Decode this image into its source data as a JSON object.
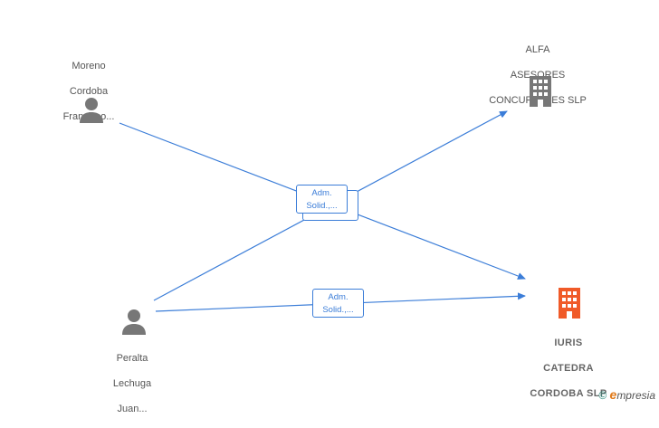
{
  "nodes": {
    "moreno": {
      "name_lines": [
        "Moreno",
        "Cordoba",
        "Francisco..."
      ],
      "icon": "person-icon"
    },
    "peralta": {
      "name_lines": [
        "Peralta",
        "Lechuga",
        "Juan..."
      ],
      "icon": "person-icon"
    },
    "alfa": {
      "name_lines": [
        "ALFA",
        "ASESORES",
        "CONCURSALES SLP"
      ],
      "icon": "building-icon"
    },
    "iuris": {
      "name_lines": [
        "IURIS",
        "CATEDRA",
        "CORDOBA  SLP"
      ],
      "icon": "building-icon"
    }
  },
  "relations": {
    "upper": {
      "lines": [
        "Adm.",
        "Solid.,..."
      ]
    },
    "lower": {
      "lines": [
        "Adm.",
        "Solid.,..."
      ]
    }
  },
  "footer": {
    "copyright": "©",
    "brand_first": "e",
    "brand_rest": "mpresia"
  },
  "colors": {
    "edge": "#3b7dd8",
    "person": "#777777",
    "company_gray": "#777777",
    "company_highlight": "#f05a28"
  }
}
